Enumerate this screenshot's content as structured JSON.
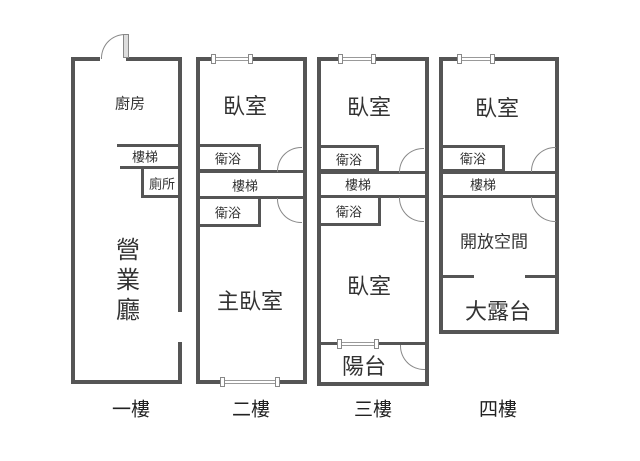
{
  "floors": [
    {
      "label": "一樓",
      "rooms": {
        "kitchen": "廚房",
        "stairs": "樓梯",
        "toilet": "廁所",
        "hall": "營業廳"
      }
    },
    {
      "label": "二樓",
      "rooms": {
        "bedroom": "臥室",
        "bath1": "衛浴",
        "stairs": "樓梯",
        "bath2": "衛浴",
        "master": "主臥室"
      }
    },
    {
      "label": "三樓",
      "rooms": {
        "bedroom1": "臥室",
        "bath1": "衛浴",
        "stairs": "樓梯",
        "bath2": "衛浴",
        "bedroom2": "臥室",
        "balcony": "陽台"
      }
    },
    {
      "label": "四樓",
      "rooms": {
        "bedroom": "臥室",
        "bath": "衛浴",
        "stairs": "樓梯",
        "open": "開放空間",
        "terrace": "大露台"
      }
    }
  ]
}
